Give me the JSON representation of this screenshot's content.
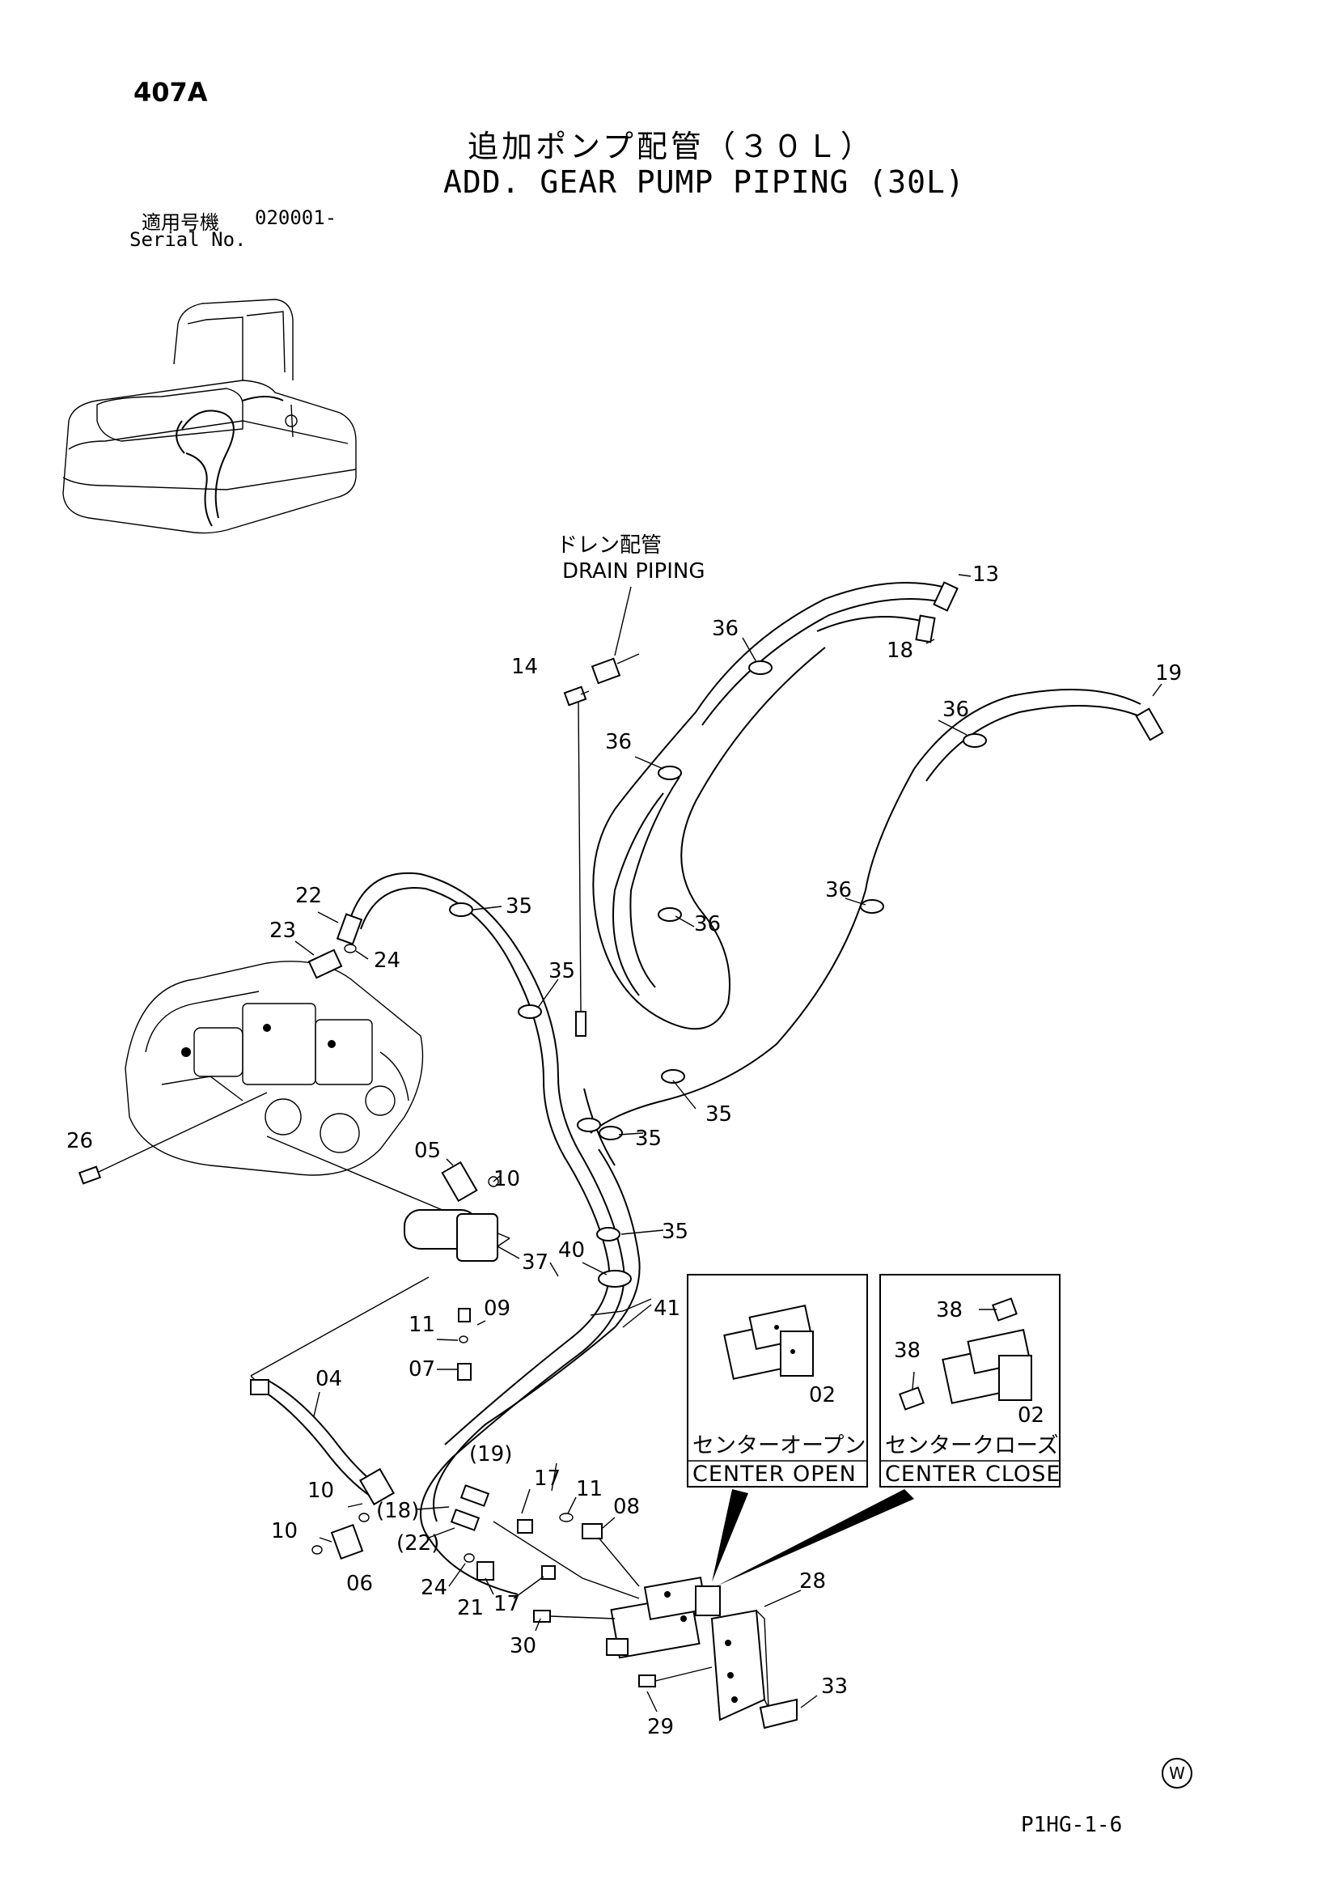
{
  "header": {
    "page_code": "407A",
    "title_jp": "追加ポンプ配管（３０Ｌ）",
    "title_en": "ADD. GEAR PUMP PIPING (30L)",
    "serial_label_jp": "適用号機",
    "serial_value": "020001-",
    "serial_label_en": "Serial No."
  },
  "callouts": {
    "drain_jp": "ドレン配管",
    "drain_en": "DRAIN PIPING"
  },
  "boxes": {
    "center_open_jp": "センターオープン",
    "center_open_en": "CENTER OPEN",
    "center_close_jp": "センタークローズ",
    "center_close_en": "CENTER CLOSE"
  },
  "part_labels": {
    "p13": "13",
    "p18a": "18",
    "p19a": "19",
    "p36a": "36",
    "p36b": "36",
    "p36c": "36",
    "p36d": "36",
    "p36e": "36",
    "p14": "14",
    "p22": "22",
    "p23": "23",
    "p24a": "24",
    "p35a": "35",
    "p35b": "35",
    "p35c": "35",
    "p35d": "35",
    "p35e": "35",
    "p26": "26",
    "p05": "05",
    "p10a": "10",
    "p37": "37",
    "p40": "40",
    "p41": "41",
    "p11a": "11",
    "p09": "09",
    "p07": "07",
    "p04": "04",
    "p02a": "02",
    "p38a": "38",
    "p38b": "38",
    "p02b": "02",
    "p19b": "(19)",
    "p17a": "17",
    "p11b": "11",
    "p08": "08",
    "p10b": "10",
    "p18b": "(18)",
    "p10c": "10",
    "p22b": "(22)",
    "p06": "06",
    "p24b": "24",
    "p21": "21",
    "p17b": "17",
    "p28": "28",
    "p30": "30",
    "p33": "33",
    "p29": "29"
  },
  "footer": {
    "sheet_code": "P1HG-1-6",
    "mark": "W"
  }
}
